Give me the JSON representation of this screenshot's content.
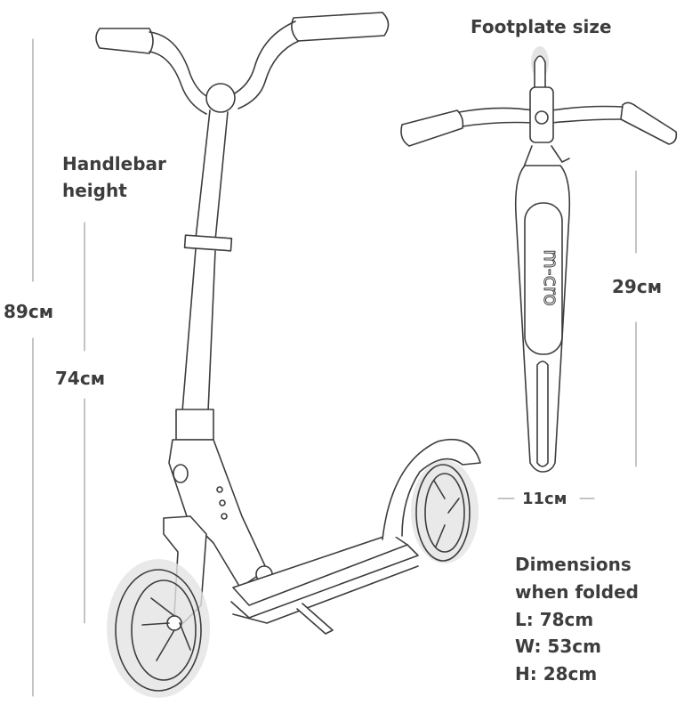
{
  "labels": {
    "footplate_title": "Footplate size",
    "handlebar_line1": "Handlebar",
    "handlebar_line2": "height",
    "dim_89": "89cм",
    "dim_74": "74cм",
    "dim_29": "29cм",
    "dim_11": "11cм",
    "brand": "m-cro"
  },
  "folded": {
    "title1": "Dimensions",
    "title2": "when folded",
    "length": "L: 78cm",
    "width": "W: 53cm",
    "height": "H: 28cm"
  },
  "colors": {
    "line": "#3d3d3d",
    "wheel_glow": "#c9c9c9",
    "dim_line": "#8a8a8a"
  }
}
